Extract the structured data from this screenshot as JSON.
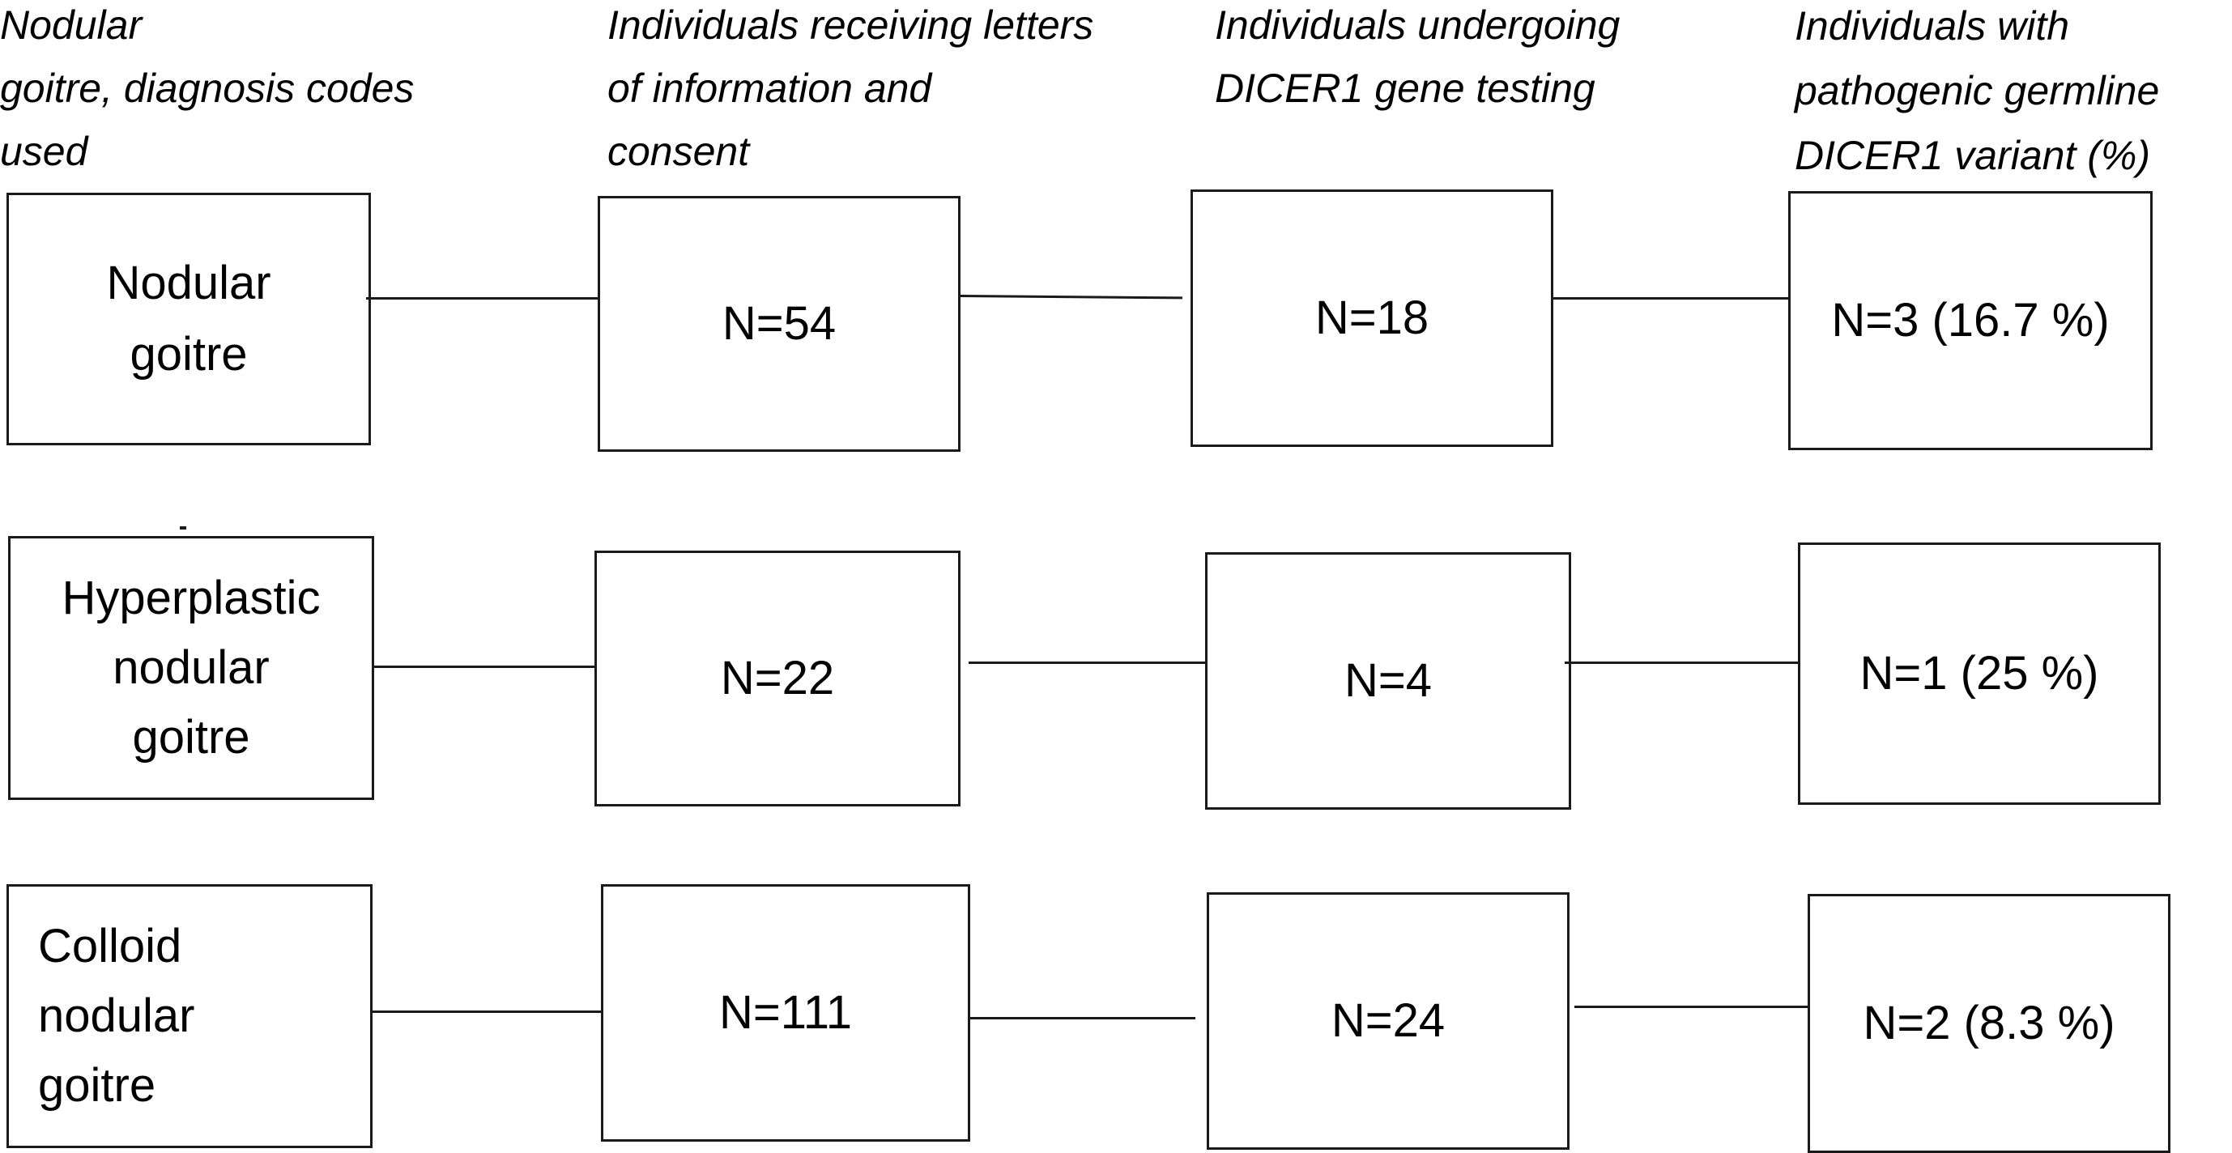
{
  "headers": {
    "col1": "Nodular\ngoitre, diagnosis codes\nused",
    "col2": "Individuals receiving letters\nof information and\nconsent",
    "col3": "Individuals undergoing\nDICER1 gene testing",
    "col4": "Individuals with\npathogenic germline\nDICER1 variant (%)"
  },
  "rows": [
    {
      "diagnosis": "Nodular\ngoitre",
      "letters": "N=54",
      "tested": "N=18",
      "variant": "N=3 (16.7 %)"
    },
    {
      "diagnosis": "Hyperplastic\nnodular\ngoitre",
      "letters": "N=22",
      "tested": "N=4",
      "variant": "N=1 (25 %)"
    },
    {
      "diagnosis": "Colloid\nnodular\ngoitre",
      "letters": "N=111",
      "tested": "N=24",
      "variant": "N=2 (8.3 %)"
    }
  ]
}
